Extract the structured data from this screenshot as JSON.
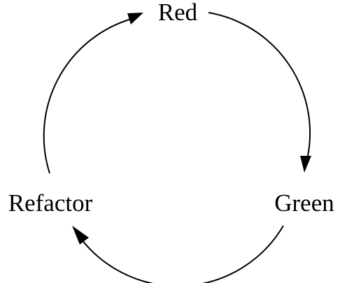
{
  "diagram": {
    "nodes": [
      {
        "id": "red",
        "label": "Red"
      },
      {
        "id": "green",
        "label": "Green"
      },
      {
        "id": "refactor",
        "label": "Refactor"
      }
    ],
    "edges": [
      {
        "from": "red",
        "to": "green"
      },
      {
        "from": "green",
        "to": "refactor"
      },
      {
        "from": "refactor",
        "to": "red"
      }
    ],
    "colors": {
      "stroke": "#000000",
      "text": "#000000",
      "background": "#ffffff"
    }
  }
}
